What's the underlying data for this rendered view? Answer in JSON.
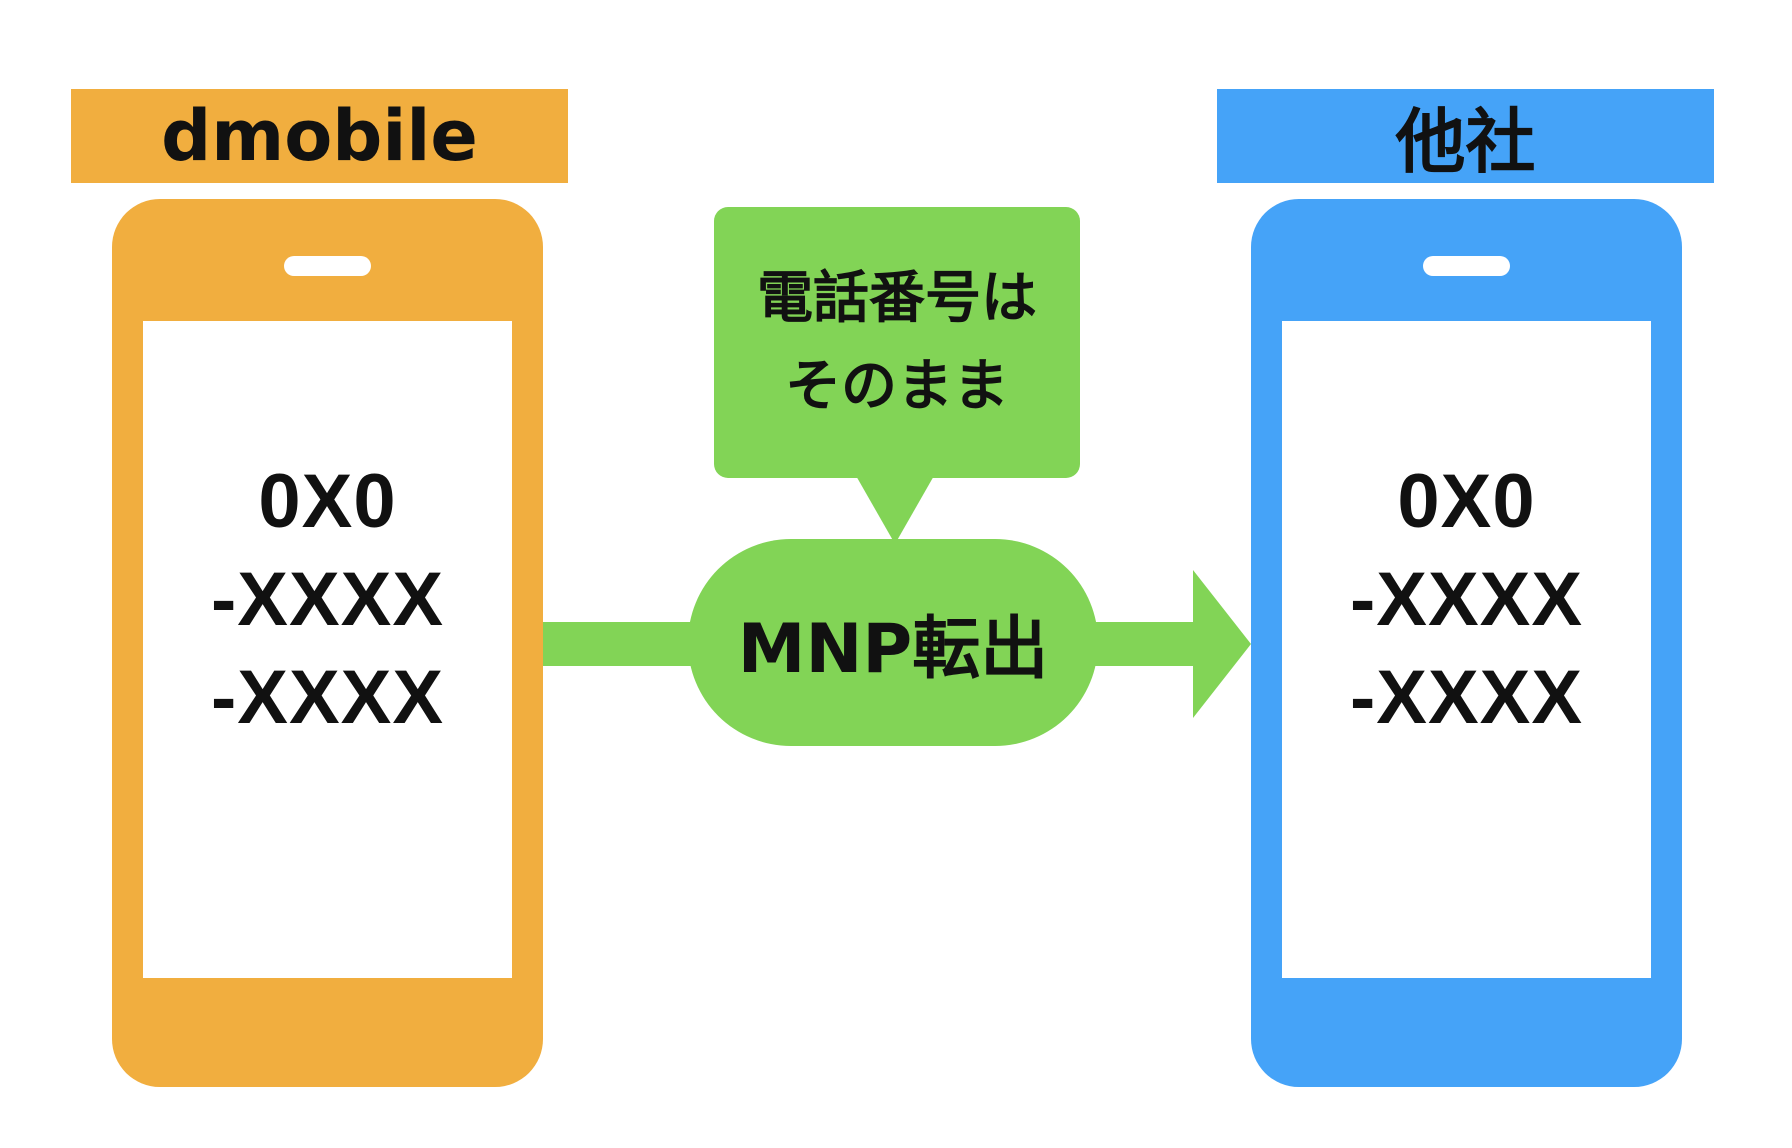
{
  "colors": {
    "left": "#F1AE3F",
    "right": "#45A3F8",
    "transfer": "#82D456",
    "text": "#111111",
    "background": "#FFFFFF"
  },
  "left": {
    "label": "dmobile",
    "number_lines": [
      "0X0",
      "-XXXX",
      "-XXXX"
    ]
  },
  "right": {
    "label": "他社",
    "number_lines": [
      "0X0",
      "-XXXX",
      "-XXXX"
    ]
  },
  "transfer": {
    "label": "MNP転出"
  },
  "note": {
    "lines": [
      "電話番号は",
      "そのまま"
    ]
  }
}
